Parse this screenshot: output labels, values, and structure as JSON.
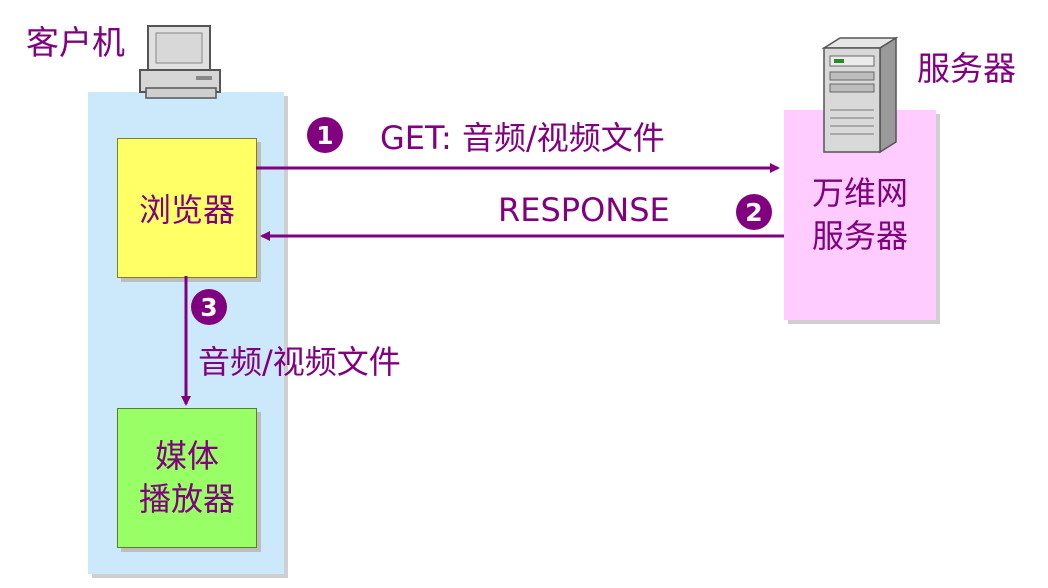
{
  "client": {
    "label": "客户机",
    "browser_label": "浏览器",
    "player_label_line1": "媒体",
    "player_label_line2": "播放器"
  },
  "server": {
    "label": "服务器",
    "web_server_line1": "万维网",
    "web_server_line2": "服务器"
  },
  "steps": [
    {
      "number": "1",
      "text": "GET: 音频/视频文件"
    },
    {
      "number": "2",
      "text": "RESPONSE"
    },
    {
      "number": "3",
      "text": "音频/视频文件"
    }
  ],
  "colors": {
    "text": "#800080",
    "arrow": "#800080",
    "client_panel": "#cce9fb",
    "browser_box": "#ffff66",
    "player_box": "#99ff66",
    "server_panel": "#ffccff"
  },
  "icons": [
    "desktop-computer-icon",
    "tower-server-icon"
  ]
}
